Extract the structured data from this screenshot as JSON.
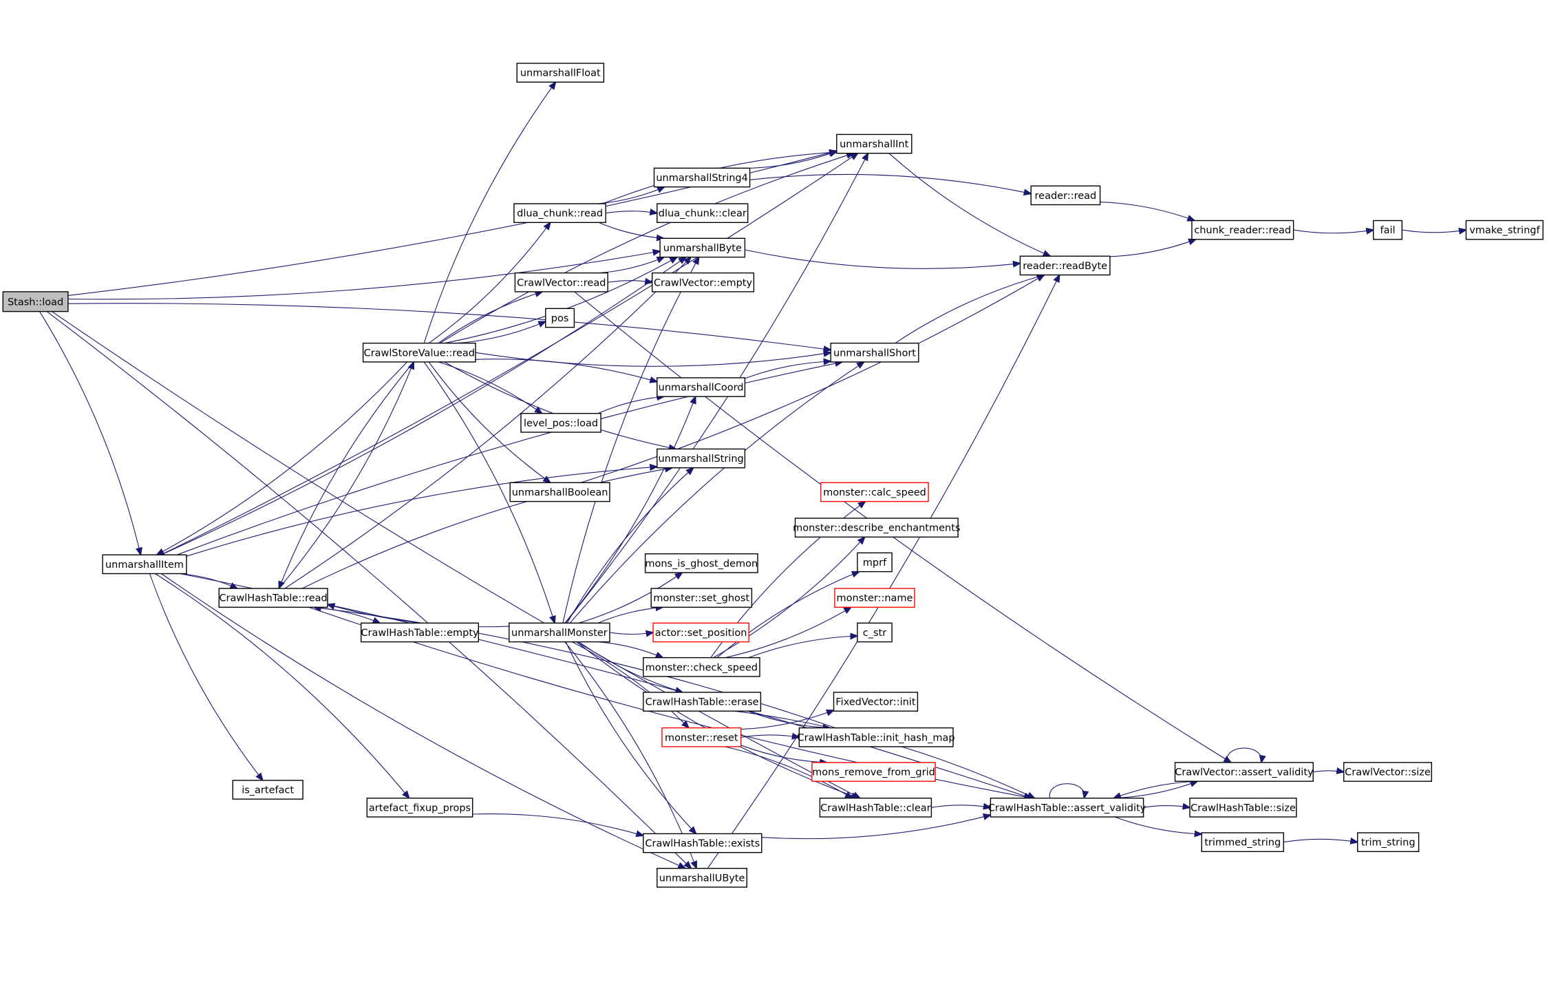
{
  "diagram": {
    "type": "call-graph",
    "colors": {
      "edge": "#191970",
      "node_border": "#000000",
      "truncated_node_border": "#ff0000",
      "root_fill": "#bfbfbf",
      "node_fill": "#ffffff",
      "background": "#ffffff"
    },
    "nodes": [
      {
        "id": "stash_load",
        "label": "Stash::load",
        "root": true
      },
      {
        "id": "unmarshallItem",
        "label": "unmarshallItem"
      },
      {
        "id": "crawlHashTable_read",
        "label": "CrawlHashTable::read"
      },
      {
        "id": "crawlStoreValue_read",
        "label": "CrawlStoreValue::read"
      },
      {
        "id": "is_artefact",
        "label": "is_artefact"
      },
      {
        "id": "artefact_fixup_props",
        "label": "artefact_fixup_props"
      },
      {
        "id": "crawlHashTable_empty",
        "label": "CrawlHashTable::empty"
      },
      {
        "id": "unmarshallFloat",
        "label": "unmarshallFloat"
      },
      {
        "id": "dlua_chunk_read",
        "label": "dlua_chunk::read"
      },
      {
        "id": "crawlVector_read",
        "label": "CrawlVector::read"
      },
      {
        "id": "pos",
        "label": "pos"
      },
      {
        "id": "level_pos_load",
        "label": "level_pos::load"
      },
      {
        "id": "unmarshallBoolean",
        "label": "unmarshallBoolean"
      },
      {
        "id": "unmarshallMonster",
        "label": "unmarshallMonster"
      },
      {
        "id": "unmarshallString4",
        "label": "unmarshallString4"
      },
      {
        "id": "dlua_chunk_clear",
        "label": "dlua_chunk::clear"
      },
      {
        "id": "unmarshallByte",
        "label": "unmarshallByte"
      },
      {
        "id": "crawlVector_empty",
        "label": "CrawlVector::empty"
      },
      {
        "id": "unmarshallCoord",
        "label": "unmarshallCoord"
      },
      {
        "id": "unmarshallString",
        "label": "unmarshallString"
      },
      {
        "id": "mons_is_ghost_demon",
        "label": "mons_is_ghost_demon"
      },
      {
        "id": "monster_set_ghost",
        "label": "monster::set_ghost"
      },
      {
        "id": "actor_set_position",
        "label": "actor::set_position",
        "truncated": true
      },
      {
        "id": "monster_check_speed",
        "label": "monster::check_speed"
      },
      {
        "id": "crawlHashTable_erase",
        "label": "CrawlHashTable::erase"
      },
      {
        "id": "monster_reset",
        "label": "monster::reset",
        "truncated": true
      },
      {
        "id": "crawlHashTable_exists",
        "label": "CrawlHashTable::exists"
      },
      {
        "id": "unmarshallUByte",
        "label": "unmarshallUByte"
      },
      {
        "id": "unmarshallInt",
        "label": "unmarshallInt"
      },
      {
        "id": "unmarshallShort",
        "label": "unmarshallShort"
      },
      {
        "id": "monster_calc_speed",
        "label": "monster::calc_speed",
        "truncated": true
      },
      {
        "id": "monster_describe_enchantments",
        "label": "monster::describe_enchantments"
      },
      {
        "id": "mprf",
        "label": "mprf"
      },
      {
        "id": "monster_name",
        "label": "monster::name",
        "truncated": true
      },
      {
        "id": "c_str",
        "label": "c_str"
      },
      {
        "id": "fixedVector_init",
        "label": "FixedVector::init"
      },
      {
        "id": "crawlHashTable_init_hash_map",
        "label": "CrawlHashTable::init_hash_map"
      },
      {
        "id": "mons_remove_from_grid",
        "label": "mons_remove_from_grid",
        "truncated": true
      },
      {
        "id": "crawlHashTable_clear",
        "label": "CrawlHashTable::clear"
      },
      {
        "id": "reader_read",
        "label": "reader::read"
      },
      {
        "id": "reader_readByte",
        "label": "reader::readByte"
      },
      {
        "id": "crawlHashTable_assert_validity",
        "label": "CrawlHashTable::assert_validity"
      },
      {
        "id": "chunk_reader_read",
        "label": "chunk_reader::read"
      },
      {
        "id": "crawlVector_assert_validity",
        "label": "CrawlVector::assert_validity"
      },
      {
        "id": "crawlHashTable_size",
        "label": "CrawlHashTable::size"
      },
      {
        "id": "trimmed_string",
        "label": "trimmed_string"
      },
      {
        "id": "fail",
        "label": "fail"
      },
      {
        "id": "crawlVector_size",
        "label": "CrawlVector::size"
      },
      {
        "id": "trim_string",
        "label": "trim_string"
      },
      {
        "id": "vmake_stringf",
        "label": "vmake_stringf"
      }
    ],
    "edges": [
      [
        "stash_load",
        "unmarshallItem"
      ],
      [
        "stash_load",
        "unmarshallInt"
      ],
      [
        "stash_load",
        "unmarshallShort"
      ],
      [
        "stash_load",
        "unmarshallByte"
      ],
      [
        "stash_load",
        "unmarshallUByte"
      ],
      [
        "stash_load",
        "crawlHashTable_clear"
      ],
      [
        "unmarshallItem",
        "crawlHashTable_read"
      ],
      [
        "unmarshallItem",
        "is_artefact"
      ],
      [
        "unmarshallItem",
        "artefact_fixup_props"
      ],
      [
        "unmarshallItem",
        "unmarshallInt"
      ],
      [
        "unmarshallItem",
        "unmarshallShort"
      ],
      [
        "unmarshallItem",
        "unmarshallByte"
      ],
      [
        "unmarshallItem",
        "unmarshallString"
      ],
      [
        "unmarshallItem",
        "unmarshallUByte"
      ],
      [
        "unmarshallItem",
        "crawlHashTable_assert_validity"
      ],
      [
        "crawlHashTable_read",
        "crawlStoreValue_read"
      ],
      [
        "crawlHashTable_read",
        "crawlHashTable_empty"
      ],
      [
        "crawlHashTable_read",
        "unmarshallByte"
      ],
      [
        "crawlHashTable_read",
        "unmarshallString"
      ],
      [
        "crawlHashTable_read",
        "crawlHashTable_assert_validity"
      ],
      [
        "crawlStoreValue_read",
        "unmarshallItem"
      ],
      [
        "crawlStoreValue_read",
        "crawlHashTable_read"
      ],
      [
        "crawlStoreValue_read",
        "unmarshallFloat"
      ],
      [
        "crawlStoreValue_read",
        "dlua_chunk_read"
      ],
      [
        "crawlStoreValue_read",
        "crawlVector_read"
      ],
      [
        "crawlStoreValue_read",
        "pos"
      ],
      [
        "crawlStoreValue_read",
        "level_pos_load"
      ],
      [
        "crawlStoreValue_read",
        "unmarshallBoolean"
      ],
      [
        "crawlStoreValue_read",
        "unmarshallMonster"
      ],
      [
        "crawlStoreValue_read",
        "unmarshallByte"
      ],
      [
        "crawlStoreValue_read",
        "unmarshallInt"
      ],
      [
        "crawlStoreValue_read",
        "unmarshallShort"
      ],
      [
        "crawlStoreValue_read",
        "unmarshallCoord"
      ],
      [
        "crawlStoreValue_read",
        "unmarshallString"
      ],
      [
        "artefact_fixup_props",
        "crawlHashTable_exists"
      ],
      [
        "dlua_chunk_read",
        "unmarshallString4"
      ],
      [
        "dlua_chunk_read",
        "dlua_chunk_clear"
      ],
      [
        "dlua_chunk_read",
        "unmarshallByte"
      ],
      [
        "dlua_chunk_read",
        "unmarshallInt"
      ],
      [
        "crawlVector_read",
        "unmarshallByte"
      ],
      [
        "crawlVector_read",
        "crawlVector_empty"
      ],
      [
        "crawlVector_read",
        "crawlVector_assert_validity"
      ],
      [
        "level_pos_load",
        "unmarshallCoord"
      ],
      [
        "unmarshallBoolean",
        "reader_readByte"
      ],
      [
        "unmarshallMonster",
        "crawlHashTable_read"
      ],
      [
        "unmarshallMonster",
        "mons_is_ghost_demon"
      ],
      [
        "unmarshallMonster",
        "monster_set_ghost"
      ],
      [
        "unmarshallMonster",
        "actor_set_position"
      ],
      [
        "unmarshallMonster",
        "monster_check_speed"
      ],
      [
        "unmarshallMonster",
        "crawlHashTable_erase"
      ],
      [
        "unmarshallMonster",
        "monster_reset"
      ],
      [
        "unmarshallMonster",
        "crawlHashTable_exists"
      ],
      [
        "unmarshallMonster",
        "unmarshallUByte"
      ],
      [
        "unmarshallMonster",
        "crawlHashTable_clear"
      ],
      [
        "unmarshallMonster",
        "unmarshallByte"
      ],
      [
        "unmarshallMonster",
        "unmarshallInt"
      ],
      [
        "unmarshallMonster",
        "unmarshallShort"
      ],
      [
        "unmarshallMonster",
        "unmarshallCoord"
      ],
      [
        "unmarshallMonster",
        "unmarshallString"
      ],
      [
        "unmarshallString4",
        "unmarshallInt"
      ],
      [
        "unmarshallString4",
        "reader_read"
      ],
      [
        "unmarshallByte",
        "reader_readByte"
      ],
      [
        "unmarshallCoord",
        "unmarshallShort"
      ],
      [
        "unmarshallInt",
        "reader_readByte"
      ],
      [
        "unmarshallShort",
        "reader_readByte"
      ],
      [
        "unmarshallUByte",
        "reader_readByte"
      ],
      [
        "monster_check_speed",
        "monster_calc_speed"
      ],
      [
        "monster_check_speed",
        "monster_describe_enchantments"
      ],
      [
        "monster_check_speed",
        "mprf"
      ],
      [
        "monster_check_speed",
        "monster_name"
      ],
      [
        "monster_check_speed",
        "c_str"
      ],
      [
        "crawlHashTable_erase",
        "crawlHashTable_init_hash_map"
      ],
      [
        "crawlHashTable_erase",
        "crawlHashTable_assert_validity"
      ],
      [
        "monster_reset",
        "fixedVector_init"
      ],
      [
        "monster_reset",
        "crawlHashTable_init_hash_map"
      ],
      [
        "monster_reset",
        "mons_remove_from_grid"
      ],
      [
        "monster_reset",
        "crawlHashTable_clear"
      ],
      [
        "crawlHashTable_init_hash_map",
        "crawlHashTable_read"
      ],
      [
        "crawlHashTable_clear",
        "crawlHashTable_assert_validity"
      ],
      [
        "crawlHashTable_exists",
        "crawlHashTable_assert_validity"
      ],
      [
        "reader_read",
        "chunk_reader_read"
      ],
      [
        "reader_readByte",
        "chunk_reader_read"
      ],
      [
        "crawlHashTable_assert_validity",
        "crawlHashTable_assert_validity"
      ],
      [
        "crawlHashTable_assert_validity",
        "crawlVector_assert_validity"
      ],
      [
        "crawlHashTable_assert_validity",
        "crawlHashTable_size"
      ],
      [
        "crawlHashTable_assert_validity",
        "trimmed_string"
      ],
      [
        "crawlVector_assert_validity",
        "crawlVector_assert_validity"
      ],
      [
        "crawlVector_assert_validity",
        "crawlHashTable_assert_validity"
      ],
      [
        "crawlVector_assert_validity",
        "crawlVector_size"
      ],
      [
        "chunk_reader_read",
        "fail"
      ],
      [
        "trimmed_string",
        "trim_string"
      ],
      [
        "fail",
        "vmake_stringf"
      ]
    ]
  }
}
